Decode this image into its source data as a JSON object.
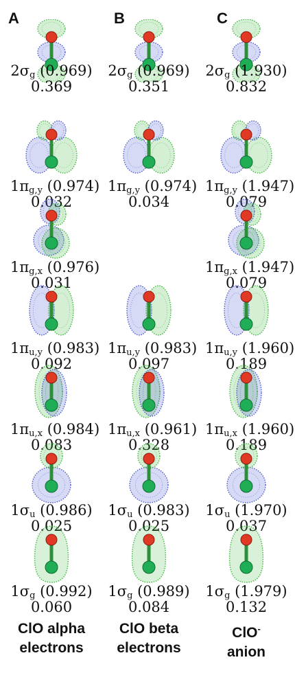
{
  "columns": [
    {
      "letter": "A",
      "footer_line1": "ClO alpha",
      "footer_line2": "electrons",
      "footer_sup": "",
      "orbitals": [
        {
          "sym": "2σ",
          "sub": "g",
          "occ": "(0.969)",
          "value": "0.369",
          "shape": "sigma2g"
        },
        {
          "sym": "1π",
          "sub": "g,y",
          "occ": "(0.974)",
          "value": "0.032",
          "shape": "pig_y"
        },
        {
          "sym": "1π",
          "sub": "g,x",
          "occ": "(0.976)",
          "value": "0.031",
          "shape": "pig_x"
        },
        {
          "sym": "1π",
          "sub": "u,y",
          "occ": "(0.983)",
          "value": "0.092",
          "shape": "piu_y"
        },
        {
          "sym": "1π",
          "sub": "u,x",
          "occ": "(0.984)",
          "value": "0.083",
          "shape": "piu_x"
        },
        {
          "sym": "1σ",
          "sub": "u",
          "occ": "(0.986)",
          "value": "0.025",
          "shape": "sigma1u"
        },
        {
          "sym": "1σ",
          "sub": "g",
          "occ": "(0.992)",
          "value": "0.060",
          "shape": "sigma1g"
        }
      ]
    },
    {
      "letter": "B",
      "footer_line1": "ClO beta",
      "footer_line2": "electrons",
      "footer_sup": "",
      "orbitals": [
        {
          "sym": "2σ",
          "sub": "g",
          "occ": "(0.969)",
          "value": "0.351",
          "shape": "sigma2g"
        },
        {
          "sym": "1π",
          "sub": "g,y",
          "occ": "(0.974)",
          "value": "0.034",
          "shape": "pig_y"
        },
        null,
        {
          "sym": "1π",
          "sub": "u,y",
          "occ": "(0.983)",
          "value": "0.097",
          "shape": "piu_y"
        },
        {
          "sym": "1π",
          "sub": "u,x",
          "occ": "(0.961)",
          "value": "0.328",
          "shape": "piu_x"
        },
        {
          "sym": "1σ",
          "sub": "u",
          "occ": "(0.983)",
          "value": "0.025",
          "shape": "sigma1u"
        },
        {
          "sym": "1σ",
          "sub": "g",
          "occ": "(0.989)",
          "value": "0.084",
          "shape": "sigma1g"
        }
      ]
    },
    {
      "letter": "C",
      "footer_line1": "ClO",
      "footer_line2": "anion",
      "footer_sup": "-",
      "orbitals": [
        {
          "sym": "2σ",
          "sub": "g",
          "occ": "(1.930)",
          "value": "0.832",
          "shape": "sigma2g"
        },
        {
          "sym": "1π",
          "sub": "g,y",
          "occ": "(1.947)",
          "value": "0.079",
          "shape": "pig_y"
        },
        {
          "sym": "1π",
          "sub": "g,x",
          "occ": "(1.947)",
          "value": "0.079",
          "shape": "pig_x"
        },
        {
          "sym": "1π",
          "sub": "u,y",
          "occ": "(1.960)",
          "value": "0.189",
          "shape": "piu_y"
        },
        {
          "sym": "1π",
          "sub": "u,x",
          "occ": "(1.960)",
          "value": "0.189",
          "shape": "piu_x"
        },
        {
          "sym": "1σ",
          "sub": "u",
          "occ": "(1.970)",
          "value": "0.037",
          "shape": "sigma1u"
        },
        {
          "sym": "1σ",
          "sub": "g",
          "occ": "(1.979)",
          "value": "0.132",
          "shape": "sigma1g"
        }
      ]
    }
  ],
  "colors": {
    "positive_lobe": "#3cb83c",
    "negative_lobe": "#4a58d0",
    "oxygen_atom": "#e03a25",
    "chlorine_atom": "#1fae55",
    "bond": "#2e8f3a"
  }
}
